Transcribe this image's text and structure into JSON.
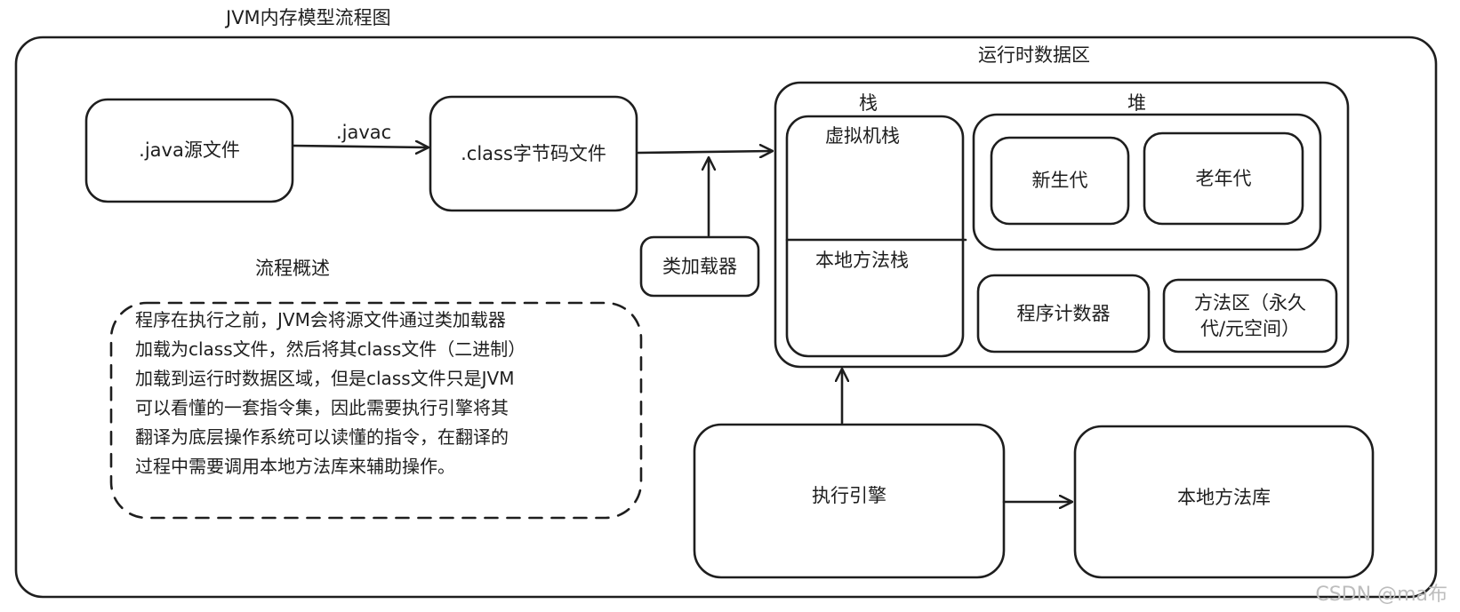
{
  "title": "JVM内存模型流程图",
  "nodes": {
    "java_source": ".java源文件",
    "javac": ".javac",
    "class_file": ".class字节码文件",
    "class_loader": "类加载器",
    "runtime_area": "运行时数据区",
    "stack": "栈",
    "vm_stack": "虚拟机栈",
    "native_method_stack": "本地方法栈",
    "heap": "堆",
    "young_gen": "新生代",
    "old_gen": "老年代",
    "program_counter": "程序计数器",
    "method_area_line1": "方法区（永久",
    "method_area_line2": "代/元空间）",
    "execution_engine": "执行引擎",
    "native_library": "本地方法库"
  },
  "overview": {
    "heading": "流程概述",
    "text": "程序在执行之前，JVM会将源文件通过类加载器\n加载为class文件，然后将其class文件（二进制）\n加载到运行时数据区域，但是class文件只是JVM\n可以看懂的一套指令集，因此需要执行引擎将其\n翻译为底层操作系统可以读懂的指令，在翻译的\n过程中需要调用本地方法库来辅助操作。"
  },
  "watermark": "CSDN @ma布",
  "colors": {
    "stroke": "#1e1e1e",
    "background": "#ffffff",
    "watermark": "#bdbdbd"
  }
}
